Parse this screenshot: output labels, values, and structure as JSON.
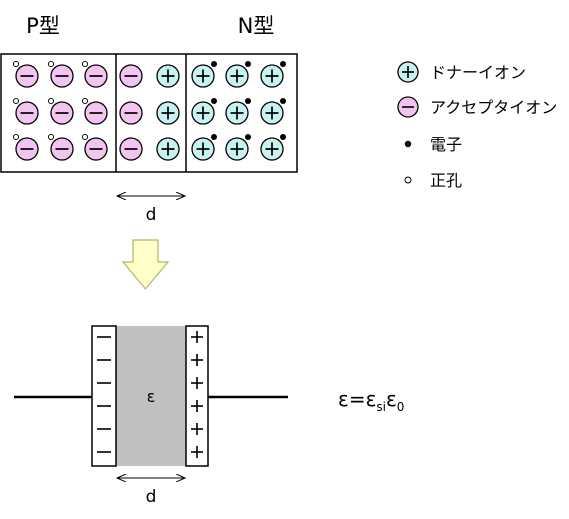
{
  "labels": {
    "p_type": "P型",
    "n_type": "N型",
    "width_top": "d",
    "width_bottom": "d",
    "dielectric": "ε"
  },
  "legend": [
    {
      "kind": "donor",
      "symbol": "+",
      "label": "ドナーイオン"
    },
    {
      "kind": "acceptor",
      "symbol": "−",
      "label": "アクセプタイオン"
    },
    {
      "kind": "electron",
      "symbol": "",
      "label": "電子"
    },
    {
      "kind": "hole",
      "symbol": "",
      "label": "正孔"
    }
  ],
  "formula": {
    "lhs": "ε",
    "eq": "=",
    "eps": "ε",
    "sub_si": "si",
    "eps2": "ε",
    "sub_0": "0"
  },
  "plate_signs": {
    "left": [
      "−",
      "−",
      "−",
      "−",
      "−",
      "−"
    ],
    "right": [
      "+",
      "+",
      "+",
      "+",
      "+",
      "+"
    ]
  },
  "colors": {
    "acceptor_fill": "#f2c4f0",
    "donor_fill": "#c9f2f2",
    "dielectric_fill": "#c0c0c0",
    "arrow_fill": "#ffffc8",
    "arrow_stroke": "#b4b46e",
    "stroke": "#000000"
  },
  "icons": {
    "donor": "plus-circle-icon",
    "acceptor": "minus-circle-icon",
    "electron": "filled-dot-icon",
    "hole": "hollow-dot-icon",
    "arrow": "down-arrow-icon",
    "width": "double-headed-arrow-icon"
  }
}
